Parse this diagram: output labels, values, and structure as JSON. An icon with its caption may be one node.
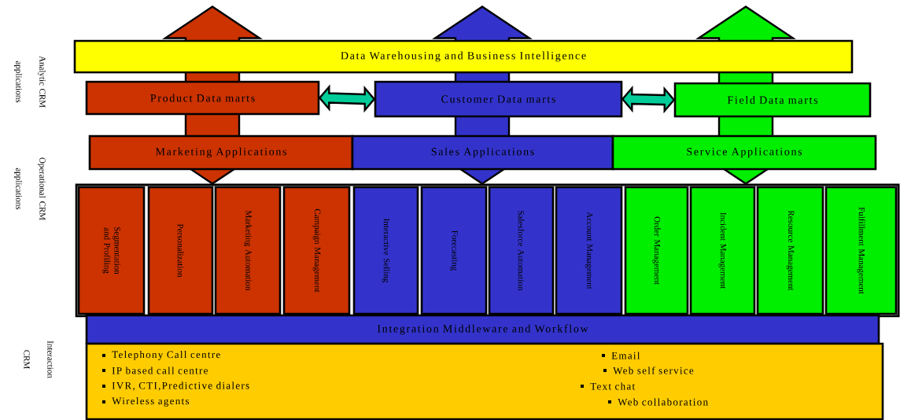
{
  "diagram": {
    "nodes": [
      {
        "text": [
          "Data Warehousing and Business Intelligence"
        ]
      },
      {
        "text": [
          "Product Data marts"
        ]
      },
      {
        "text": [
          "Customer Data marts"
        ]
      },
      {
        "text": [
          "Field Data marts"
        ]
      },
      {
        "text": [
          "Marketing Applications"
        ]
      },
      {
        "text": [
          "Sales Applications"
        ]
      },
      {
        "text": [
          "Service Applications"
        ]
      },
      {
        "text": [],
        "shape": "box"
      },
      {
        "text": [
          "Segmentation and Profiling"
        ],
        "in": 7
      },
      {
        "text": [
          "Personalization"
        ],
        "in": 7
      },
      {
        "text": [
          "Marketing Automation"
        ],
        "in": 7
      },
      {
        "text": [
          "Campaign Management"
        ],
        "in": 7
      },
      {
        "text": [
          "Interactive Selling"
        ],
        "in": 7
      },
      {
        "text": [
          "Forecasting"
        ],
        "in": 7
      },
      {
        "text": [
          "Salesforce Automation"
        ],
        "in": 7
      },
      {
        "text": [
          "Account Management"
        ],
        "in": 7
      },
      {
        "text": [
          "Order Management"
        ],
        "in": 7
      },
      {
        "text": [
          "Incident Management"
        ],
        "in": 7
      },
      {
        "text": [
          "Resource Management"
        ],
        "in": 7
      },
      {
        "text": [
          "Fulfillment Management"
        ],
        "in": 7
      },
      {
        "text": [
          "Integration Middleware and Workflow"
        ]
      },
      {
        "text": [
          "Telephony Call centre",
          "IP based call centre",
          "IVR, CTI,Predictive dialers",
          "Wireless agents",
          "Email",
          "Web self service",
          "Text chat",
          "Web collaboration"
        ]
      }
    ],
    "edges": [
      {
        "from": null,
        "to": 7,
        "arrow": "both",
        "color": "#cc3300"
      },
      {
        "from": null,
        "to": 7,
        "arrow": "both",
        "color": "#3333cc"
      },
      {
        "from": null,
        "to": 7,
        "arrow": "both",
        "color": "#00ee00"
      },
      {
        "from": 1,
        "to": 2,
        "arrow": "both",
        "color": "#00cc99"
      },
      {
        "from": 2,
        "to": 3,
        "arrow": "both",
        "color": "#00cc99"
      }
    ],
    "labels": [
      "Analytic CRM applications",
      "Operational CRM applications",
      "Interaction CRM"
    ]
  }
}
